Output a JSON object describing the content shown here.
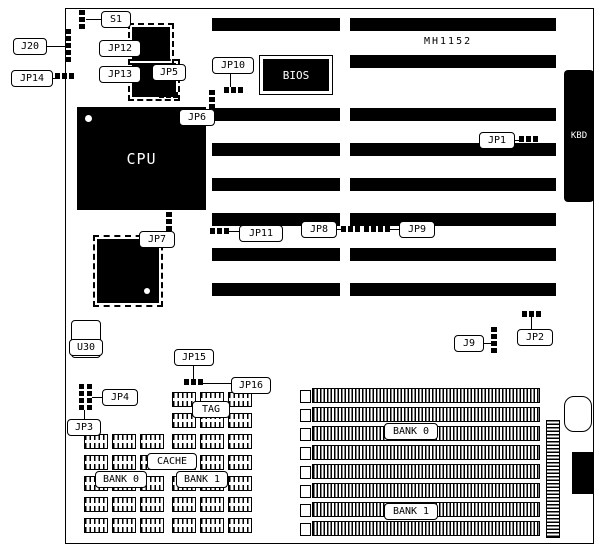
{
  "board": {
    "model": "MH1152"
  },
  "labels": {
    "s1": "S1",
    "j20": "J20",
    "jp12": "JP12",
    "jp13": "JP13",
    "jp14": "JP14",
    "jp5": "JP5",
    "jp10": "JP10",
    "bios": "BIOS",
    "kbd": "KBD",
    "cpu": "CPU",
    "jp6": "JP6",
    "jp1": "JP1",
    "jp7": "JP7",
    "jp11": "JP11",
    "jp8": "JP8",
    "jp9": "JP9",
    "j9": "J9",
    "jp2": "JP2",
    "u30": "U30",
    "jp15": "JP15",
    "jp16": "JP16",
    "jp4": "JP4",
    "jp3": "JP3",
    "tag": "TAG",
    "cache": "CACHE",
    "cache_bank0": "BANK 0",
    "cache_bank1": "BANK 1",
    "simm_bank0": "BANK 0",
    "simm_bank1": "BANK 1"
  }
}
